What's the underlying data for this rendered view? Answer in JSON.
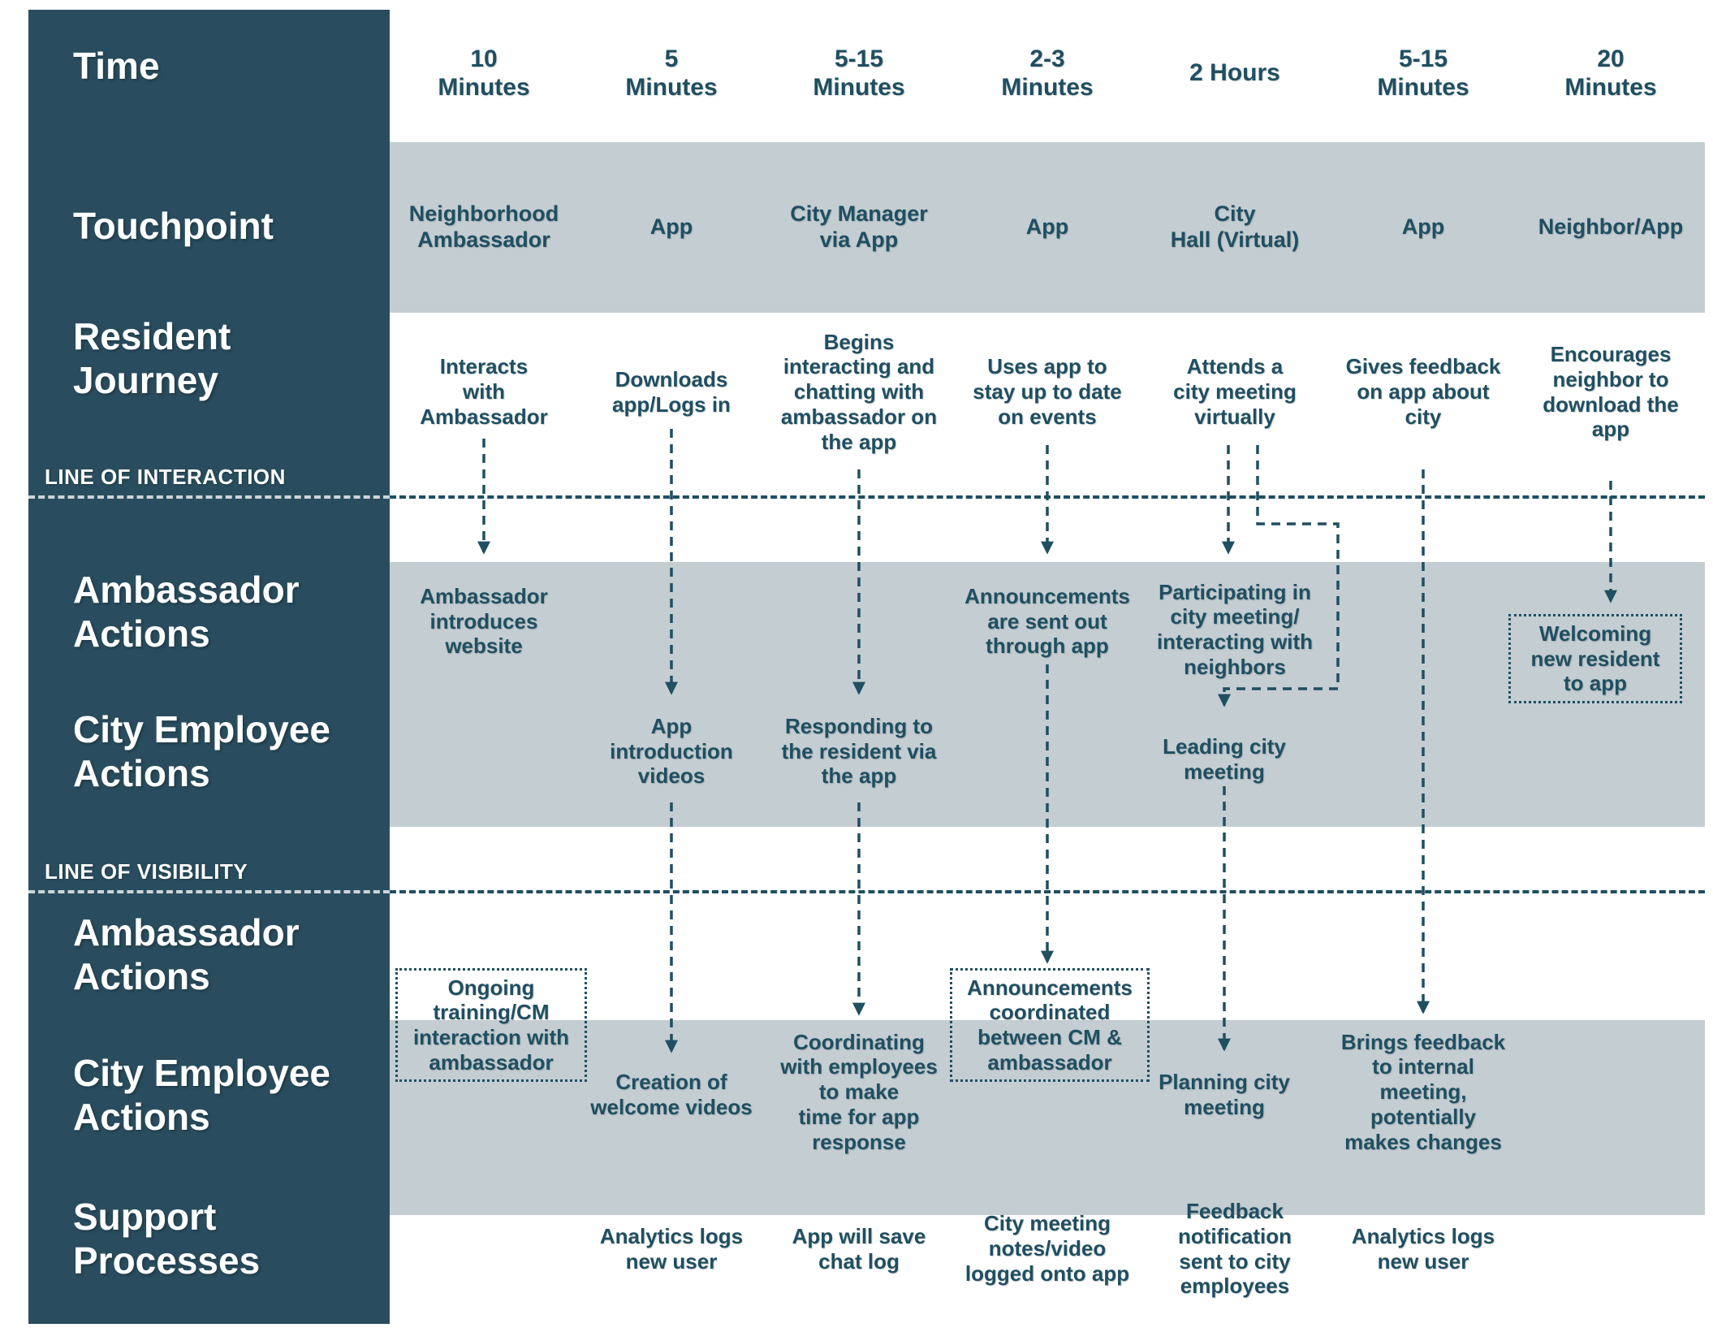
{
  "colors": {
    "sidebar": "#294d5e",
    "band": "#c3cdd2",
    "text": "#1f4f61",
    "sidedash": "#ccd5d9"
  },
  "sidebar": {
    "time": "Time",
    "touchpoint": "Touchpoint",
    "resident_journey": "Resident\nJourney",
    "line_of_interaction": "LINE OF INTERACTION",
    "ambassador_actions_1": "Ambassador\nActions",
    "city_employee_actions_1": "City Employee\nActions",
    "line_of_visibility": "LINE OF VISIBILITY",
    "ambassador_actions_2": "Ambassador\nActions",
    "city_employee_actions_2": "City Employee\nActions",
    "support_processes": "Support\nProcesses"
  },
  "time": [
    "10\nMinutes",
    "5\nMinutes",
    "5-15\nMinutes",
    "2-3\nMinutes",
    "2 Hours",
    "5-15\nMinutes",
    "20\nMinutes"
  ],
  "touchpoint": [
    "Neighborhood\nAmbassador",
    "App",
    "City Manager\nvia App",
    "App",
    "City\nHall (Virtual)",
    "App",
    "Neighbor/App"
  ],
  "journey": [
    "Interacts\nwith\nAmbassador",
    "Downloads\napp/Logs in",
    "Begins\ninteracting and\nchatting with\nambassador on\nthe app",
    "Uses app to\nstay up to date\non events",
    "Attends a\ncity meeting\nvirtually",
    "Gives feedback\non app about\ncity",
    "Encourages\nneighbor to\ndownload the\napp"
  ],
  "band1_upper": {
    "ambassador_introduces": "Ambassador\nintroduces\nwebsite",
    "announcements_sent": "Announcements\nare sent out\nthrough app",
    "participating": "Participating in\ncity meeting/\ninteracting with\nneighbors",
    "welcoming": "Welcoming\nnew resident\nto app"
  },
  "band1_lower": {
    "app_intro": "App\nintroduction\nvideos",
    "responding": "Responding to\nthe resident via\nthe app",
    "leading": "Leading city\nmeeting"
  },
  "below_visibility": {
    "ongoing": "Ongoing\ntraining/CM\ninteraction with\nambassador",
    "announce_coord": "Announcements\ncoordinated\nbetween CM &\nambassador"
  },
  "band2": {
    "creation": "Creation of\nwelcome videos",
    "coordinating": "Coordinating\nwith employees\nto make\ntime for app\nresponse",
    "planning": "Planning city\nmeeting",
    "brings": "Brings feedback\nto internal\nmeeting,\npotentially\nmakes changes"
  },
  "support": [
    "Analytics logs\nnew user",
    "App will save\nchat log",
    "City meeting\nnotes/video\nlogged onto app",
    "Feedback\nnotification\nsent to city\nemployees",
    "Analytics logs\nnew user"
  ]
}
